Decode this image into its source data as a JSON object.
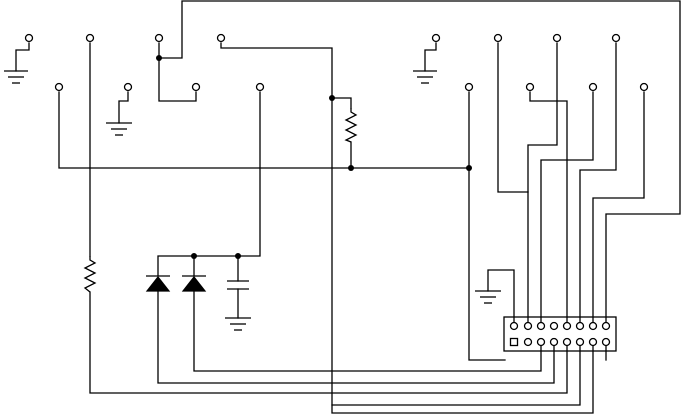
{
  "diagram": {
    "kind": "circuit-schematic",
    "colors": {
      "ink": "#000000",
      "background": "#ffffff"
    },
    "components": {
      "input_terminals": 16,
      "ground_symbols": 5,
      "resistors": 2,
      "diodes": 2,
      "capacitors": 1,
      "connector": {
        "rows": 2,
        "pins_per_row": 8,
        "pin1_marker": "square"
      }
    }
  }
}
